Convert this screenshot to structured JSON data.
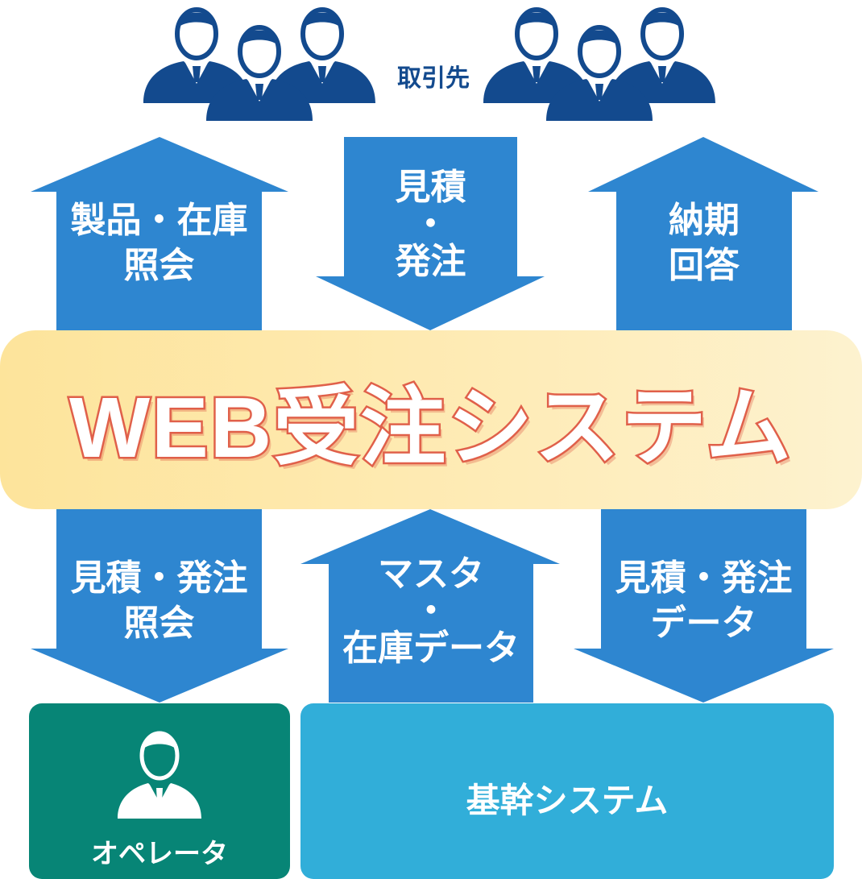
{
  "partners": {
    "label": "取引先"
  },
  "top_arrows": [
    {
      "direction": "up",
      "lines": [
        "製品・在庫",
        "照会"
      ]
    },
    {
      "direction": "down",
      "lines": [
        "見積",
        "・",
        "発注"
      ]
    },
    {
      "direction": "up",
      "lines": [
        "納期",
        "回答"
      ]
    }
  ],
  "center": {
    "title": "WEB受注システム"
  },
  "bottom_arrows": [
    {
      "direction": "down",
      "lines": [
        "見積・発注",
        "照会"
      ]
    },
    {
      "direction": "up",
      "lines": [
        "マスタ",
        "・",
        "在庫データ"
      ]
    },
    {
      "direction": "down",
      "lines": [
        "見積・発注",
        "データ"
      ]
    }
  ],
  "operator": {
    "label": "オペレータ"
  },
  "core_system": {
    "label": "基幹システム"
  },
  "colors": {
    "arrow": "#2e86d0",
    "person": "#134a8e",
    "operator_box": "#078576",
    "core_box": "#31aed9",
    "title_outline": "#e0604a"
  }
}
